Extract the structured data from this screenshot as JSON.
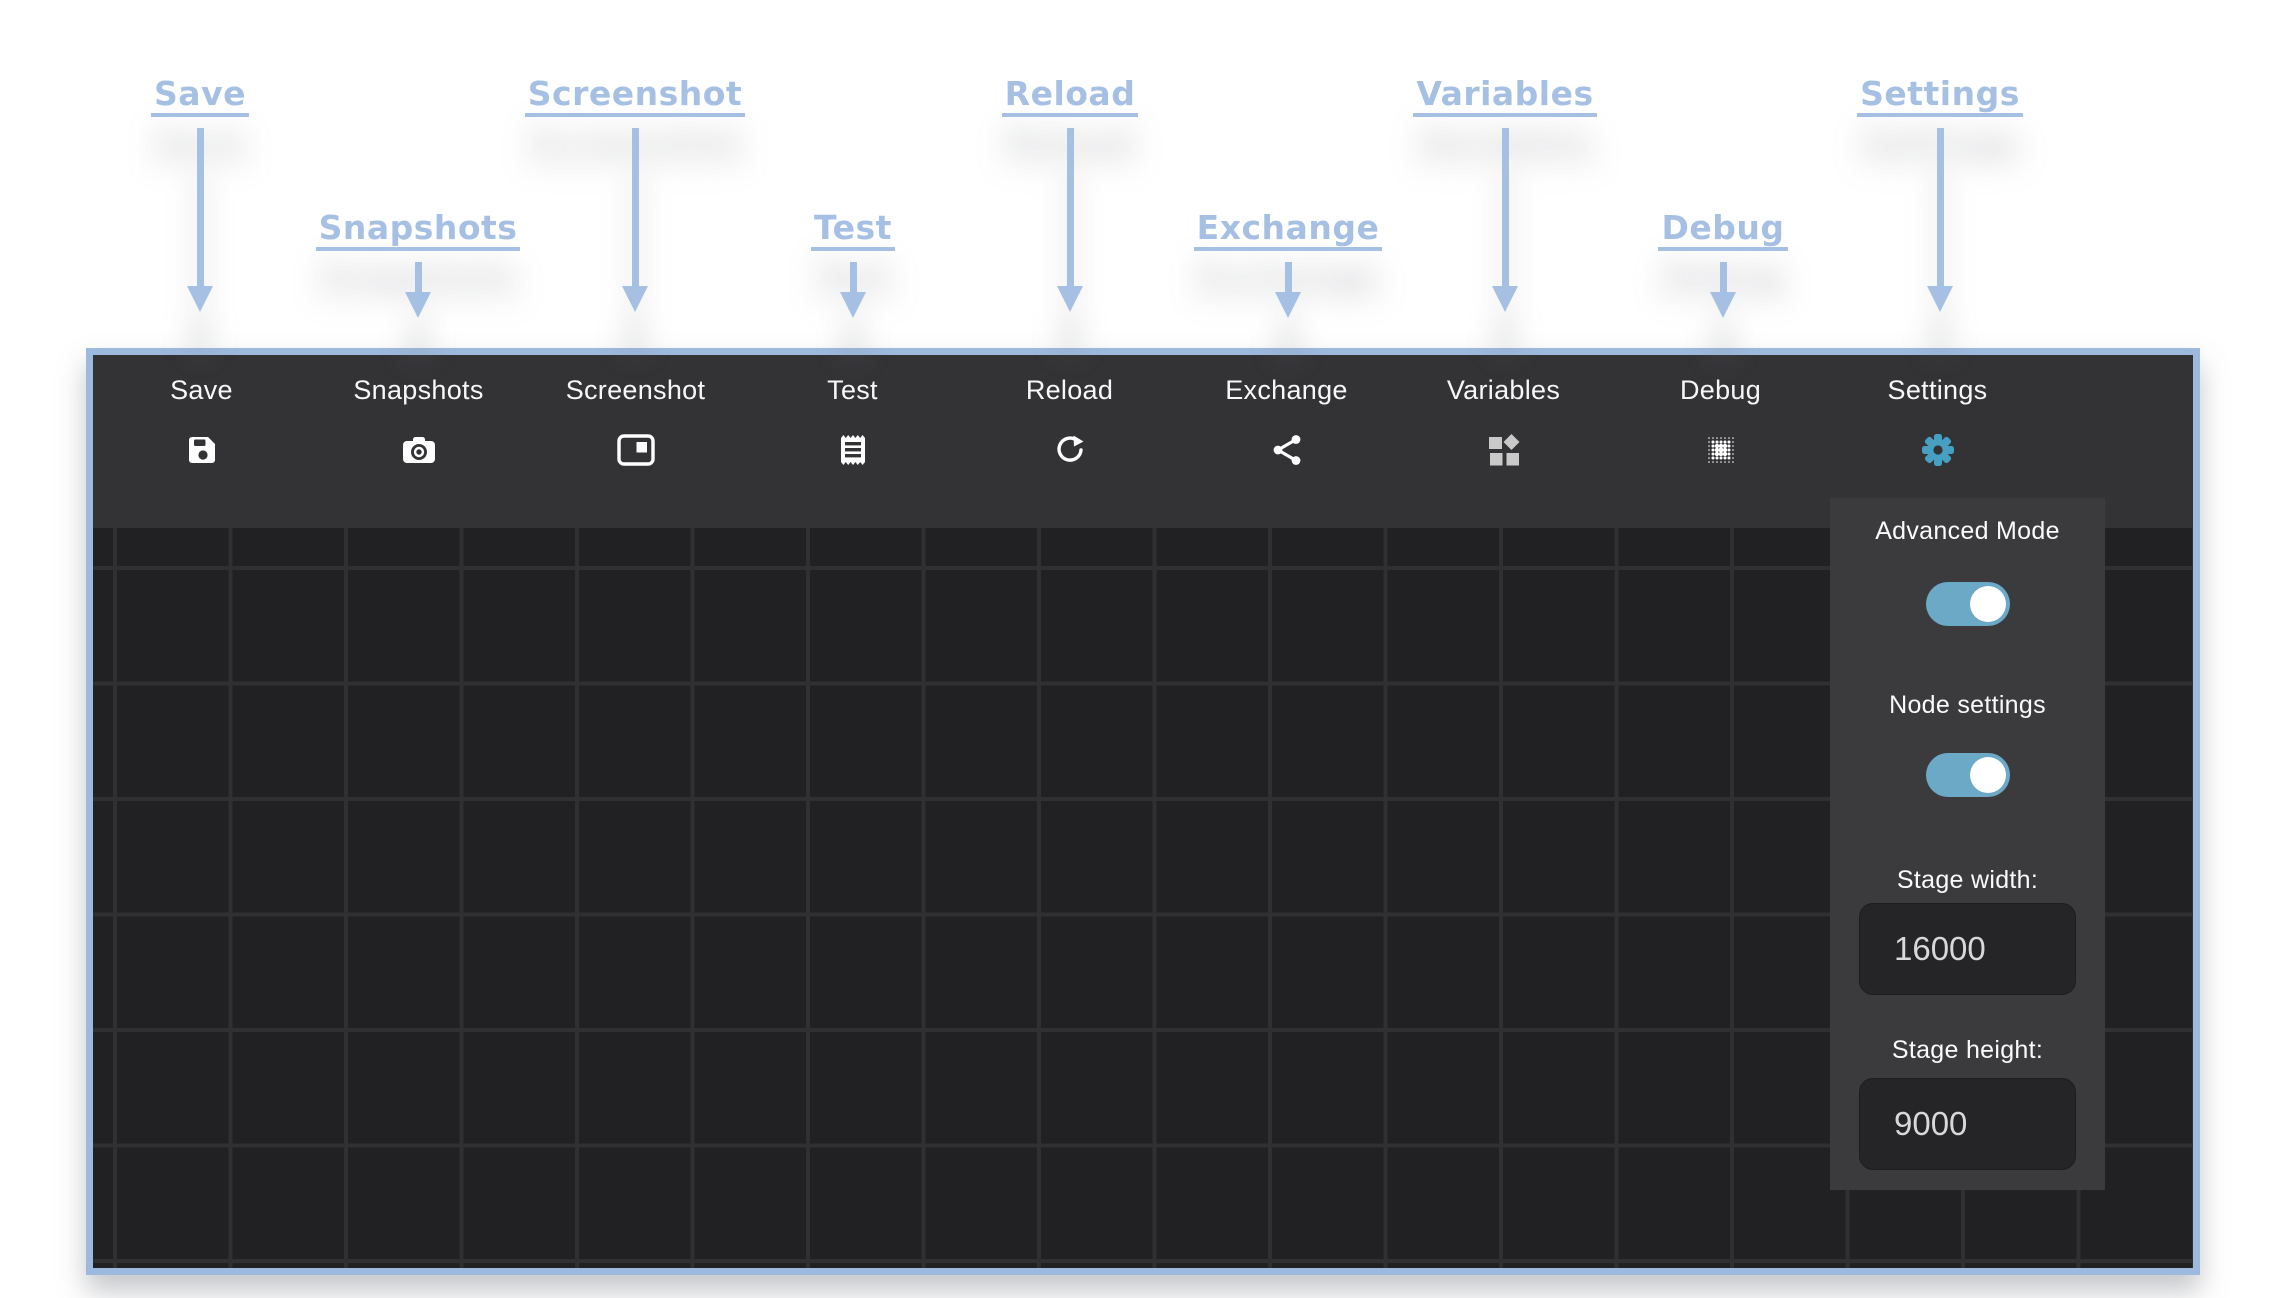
{
  "callouts": {
    "items": [
      {
        "label": "Save",
        "row": 1,
        "points_to": "Save"
      },
      {
        "label": "Snapshots",
        "row": 2,
        "points_to": "Snapshots"
      },
      {
        "label": "Screenshot",
        "row": 1,
        "points_to": "Screenshot"
      },
      {
        "label": "Test",
        "row": 2,
        "points_to": "Test"
      },
      {
        "label": "Reload",
        "row": 1,
        "points_to": "Reload"
      },
      {
        "label": "Exchange",
        "row": 2,
        "points_to": "Exchange"
      },
      {
        "label": "Variables",
        "row": 1,
        "points_to": "Variables"
      },
      {
        "label": "Debug",
        "row": 2,
        "points_to": "Debug"
      },
      {
        "label": "Settings",
        "row": 1,
        "points_to": "Settings"
      }
    ]
  },
  "toolbar": {
    "items": [
      {
        "label": "Save",
        "icon": "save-icon"
      },
      {
        "label": "Snapshots",
        "icon": "camera-icon"
      },
      {
        "label": "Screenshot",
        "icon": "screenshot-icon"
      },
      {
        "label": "Test",
        "icon": "test-icon"
      },
      {
        "label": "Reload",
        "icon": "reload-icon"
      },
      {
        "label": "Exchange",
        "icon": "share-icon"
      },
      {
        "label": "Variables",
        "icon": "shapes-icon"
      },
      {
        "label": "Debug",
        "icon": "dots-icon"
      },
      {
        "label": "Settings",
        "icon": "gear-icon"
      }
    ]
  },
  "settings_panel": {
    "advanced_mode_label": "Advanced Mode",
    "advanced_mode_on": true,
    "node_settings_label": "Node settings",
    "node_settings_on": true,
    "stage_width_label": "Stage width:",
    "stage_width_value": "16000",
    "stage_height_label": "Stage height:",
    "stage_height_value": "9000"
  },
  "colors": {
    "annotation_blue": "#a6c0e4",
    "window_border_blue": "#9db9dd",
    "toolbar_bg": "#333336",
    "canvas_bg": "#212123",
    "grid_line": "#303033",
    "panel_bg": "#3b3b3e",
    "toggle_on": "#6ba9c7",
    "gear_blue": "#46a0c2"
  }
}
